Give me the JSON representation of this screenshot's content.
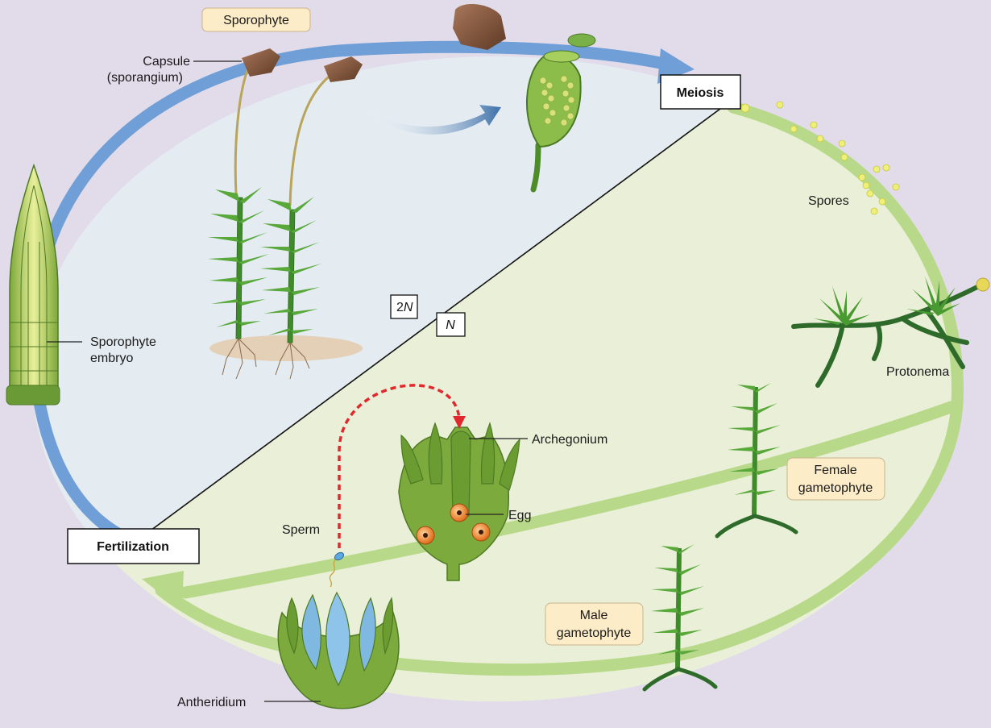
{
  "stages": {
    "meiosis": "Meiosis",
    "fertilization": "Fertilization"
  },
  "phases": {
    "sporophyte": "Sporophyte",
    "female_gametophyte": [
      "Female",
      "gametophyte"
    ],
    "male_gametophyte": [
      "Male",
      "gametophyte"
    ]
  },
  "ploidy": {
    "diploid_prefix": "2",
    "diploid_n": "N",
    "haploid": "N"
  },
  "labels": {
    "capsule": [
      "Capsule",
      "(sporangium)"
    ],
    "sporophyte_embryo": [
      "Sporophyte",
      "embryo"
    ],
    "spores": "Spores",
    "protonema": "Protonema",
    "archegonium": "Archegonium",
    "egg": "Egg",
    "sperm": "Sperm",
    "antheridium": "Antheridium"
  },
  "colors": {
    "diploid_cycle": "#6f9fd6",
    "haploid_cycle": "#b9d98a",
    "diploid_fill": "#e4ecf2",
    "haploid_fill": "#eaf0d8",
    "phase_box": "#fdecc8",
    "fertilization_path": "#e0282d",
    "plant_green": "#3f8a2a"
  }
}
